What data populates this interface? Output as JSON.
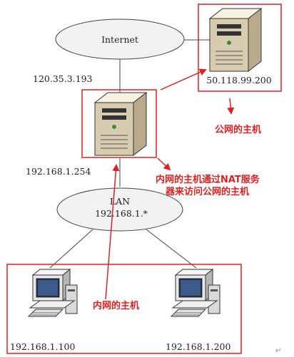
{
  "diagram": {
    "internet_label": "Internet",
    "gateway_ip_public": "120.35.3.193",
    "gateway_ip_private": "192.168.1.254",
    "public_host_ip": "50.118.99.200",
    "lan_label": "LAN",
    "lan_subnet": "192.168.1.*",
    "client_left_ip": "192.168.1.100",
    "client_right_ip": "192.168.1.200",
    "annotation_public_host": "公网的主机",
    "annotation_nat_line1": "内网的主机通过NAT服务",
    "annotation_nat_line2": "器来访问公网的主机",
    "annotation_internal_host": "内网的主机",
    "return_mark": "↵"
  },
  "colors": {
    "highlight": "#e02020",
    "line": "#444444",
    "server_body": "#efe7d2",
    "ellipse_fill": "#f2f2f2"
  }
}
